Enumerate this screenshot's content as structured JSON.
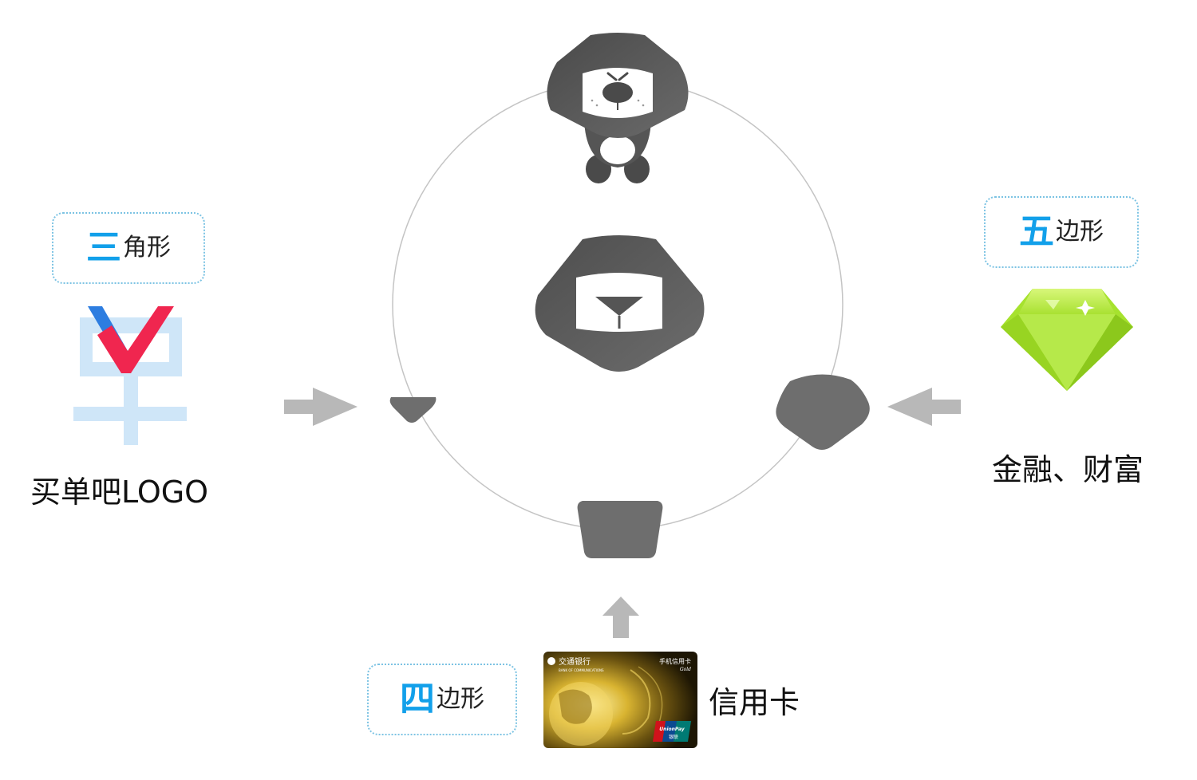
{
  "left": {
    "tag_highlight": "三",
    "tag_rest": "角形",
    "caption": "买单吧LOGO"
  },
  "right": {
    "tag_highlight": "五",
    "tag_rest": "边形",
    "caption": "金融、财富"
  },
  "bottom": {
    "tag_highlight": "四",
    "tag_rest": "边形",
    "caption": "信用卡"
  },
  "card": {
    "bank_name": "交通银行",
    "bank_name_en": "BANK OF COMMUNICATIONS",
    "product": "手机信用卡",
    "tier": "Gold",
    "network_en": "UnionPay",
    "network_cn": "银联"
  },
  "icons": [
    "bear-mascot-icon",
    "bear-head-icon",
    "triangle-shape-icon",
    "pentagon-shape-icon",
    "trapezoid-shape-icon",
    "diamond-icon",
    "maidanba-logo-icon"
  ],
  "colors": {
    "mascot_gray": "#565656",
    "shape_gray": "#6e6e6e",
    "arrow_gray": "#b8b8b8",
    "tag_border": "#7cc3e3",
    "tag_highlight": "#12a0ea",
    "logo_blue": "#2d7de0",
    "logo_red": "#f0264f",
    "logo_light_blue": "#cfe6f8",
    "gem_green": "#a6e22e"
  }
}
